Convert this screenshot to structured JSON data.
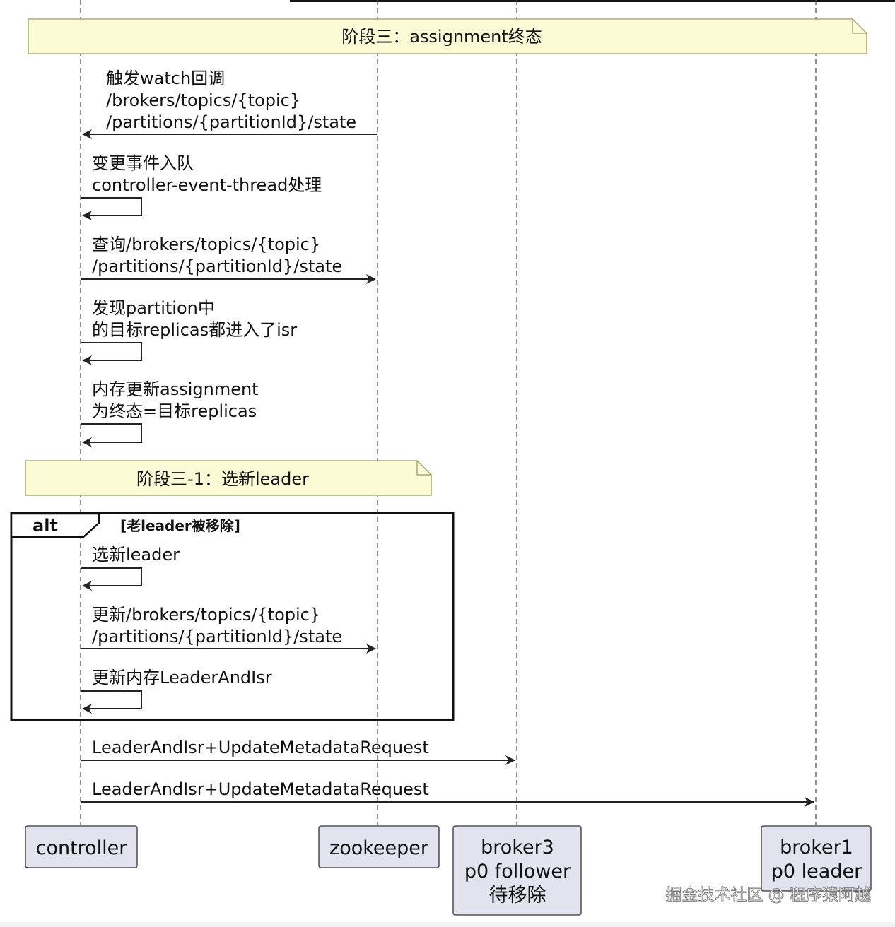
{
  "participants": [
    {
      "name": "controller",
      "lines": [
        "controller"
      ]
    },
    {
      "name": "zookeeper",
      "lines": [
        "zookeeper"
      ]
    },
    {
      "name": "broker3",
      "lines": [
        "broker3",
        "p0 follower",
        "待移除"
      ]
    },
    {
      "name": "broker1",
      "lines": [
        "broker1",
        "p0 leader"
      ]
    }
  ],
  "notes": {
    "phase3": "阶段三：assignment终态",
    "phase3_1": "阶段三-1：选新leader"
  },
  "messages": [
    {
      "from": "zookeeper",
      "to": "controller",
      "lines": [
        "触发watch回调",
        "/brokers/topics/{topic}",
        "/partitions/{partitionId}/state"
      ]
    },
    {
      "from": "controller",
      "to": "controller",
      "lines": [
        "变更事件入队",
        "controller-event-thread处理"
      ]
    },
    {
      "from": "controller",
      "to": "zookeeper",
      "lines": [
        "查询/brokers/topics/{topic}",
        "/partitions/{partitionId}/state"
      ]
    },
    {
      "from": "controller",
      "to": "controller",
      "lines": [
        "发现partition中",
        "的目标replicas都进入了isr"
      ]
    },
    {
      "from": "controller",
      "to": "controller",
      "lines": [
        "内存更新assignment",
        "为终态=目标replicas"
      ]
    },
    {
      "from": "controller",
      "to": "controller",
      "lines": [
        "选新leader"
      ]
    },
    {
      "from": "controller",
      "to": "zookeeper",
      "lines": [
        "更新/brokers/topics/{topic}",
        "/partitions/{partitionId}/state"
      ]
    },
    {
      "from": "controller",
      "to": "controller",
      "lines": [
        "更新内存LeaderAndIsr"
      ]
    },
    {
      "from": "controller",
      "to": "broker3",
      "lines": [
        "LeaderAndIsr+UpdateMetadataRequest"
      ]
    },
    {
      "from": "controller",
      "to": "broker1",
      "lines": [
        "LeaderAndIsr+UpdateMetadataRequest"
      ]
    }
  ],
  "alt": {
    "label": "alt",
    "guard": "[老leader被移除]"
  },
  "watermark": "掘金技术社区 @ 程序猿阿越"
}
